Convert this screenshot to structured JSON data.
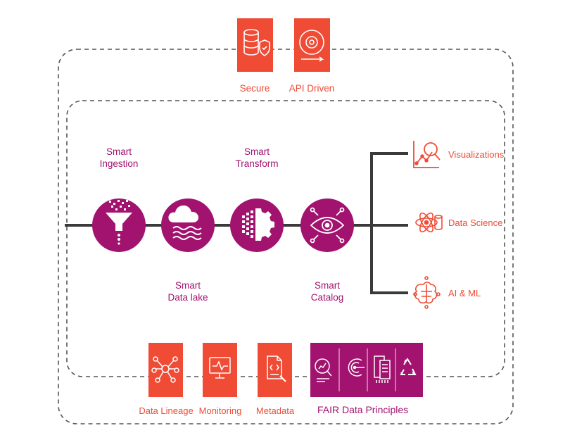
{
  "colors": {
    "orange": "#ef4b35",
    "purple": "#a2126f",
    "line": "#3a3a3a",
    "dash": "#555555"
  },
  "top_features": [
    {
      "label": "Secure",
      "icon": "database-shield-icon"
    },
    {
      "label": "API Driven",
      "icon": "api-cycle-icon"
    }
  ],
  "pipeline_stages": [
    {
      "label_line1": "Smart",
      "label_line2": "Ingestion",
      "icon": "funnel-icon"
    },
    {
      "label_line1": "Smart",
      "label_line2": "Data lake",
      "icon": "cloud-lake-icon"
    },
    {
      "label_line1": "Smart",
      "label_line2": "Transform",
      "icon": "gear-transform-icon"
    },
    {
      "label_line1": "Smart",
      "label_line2": "Catalog",
      "icon": "eye-network-icon"
    }
  ],
  "outputs": [
    {
      "label": "Visualizations",
      "icon": "chart-magnifier-icon"
    },
    {
      "label": "Data Science",
      "icon": "atom-database-icon"
    },
    {
      "label": "AI & ML",
      "icon": "brain-circuit-icon"
    }
  ],
  "bottom_features": [
    {
      "label": "Data Lineage",
      "icon": "lineage-network-icon"
    },
    {
      "label": "Monitoring",
      "icon": "monitor-pulse-icon"
    },
    {
      "label": "Metadata",
      "icon": "code-document-icon"
    }
  ],
  "fair": {
    "label": "FAIR Data Principles",
    "icons": [
      "search-chart-icon",
      "access-icon",
      "document-stack-icon",
      "recycle-icon"
    ]
  }
}
